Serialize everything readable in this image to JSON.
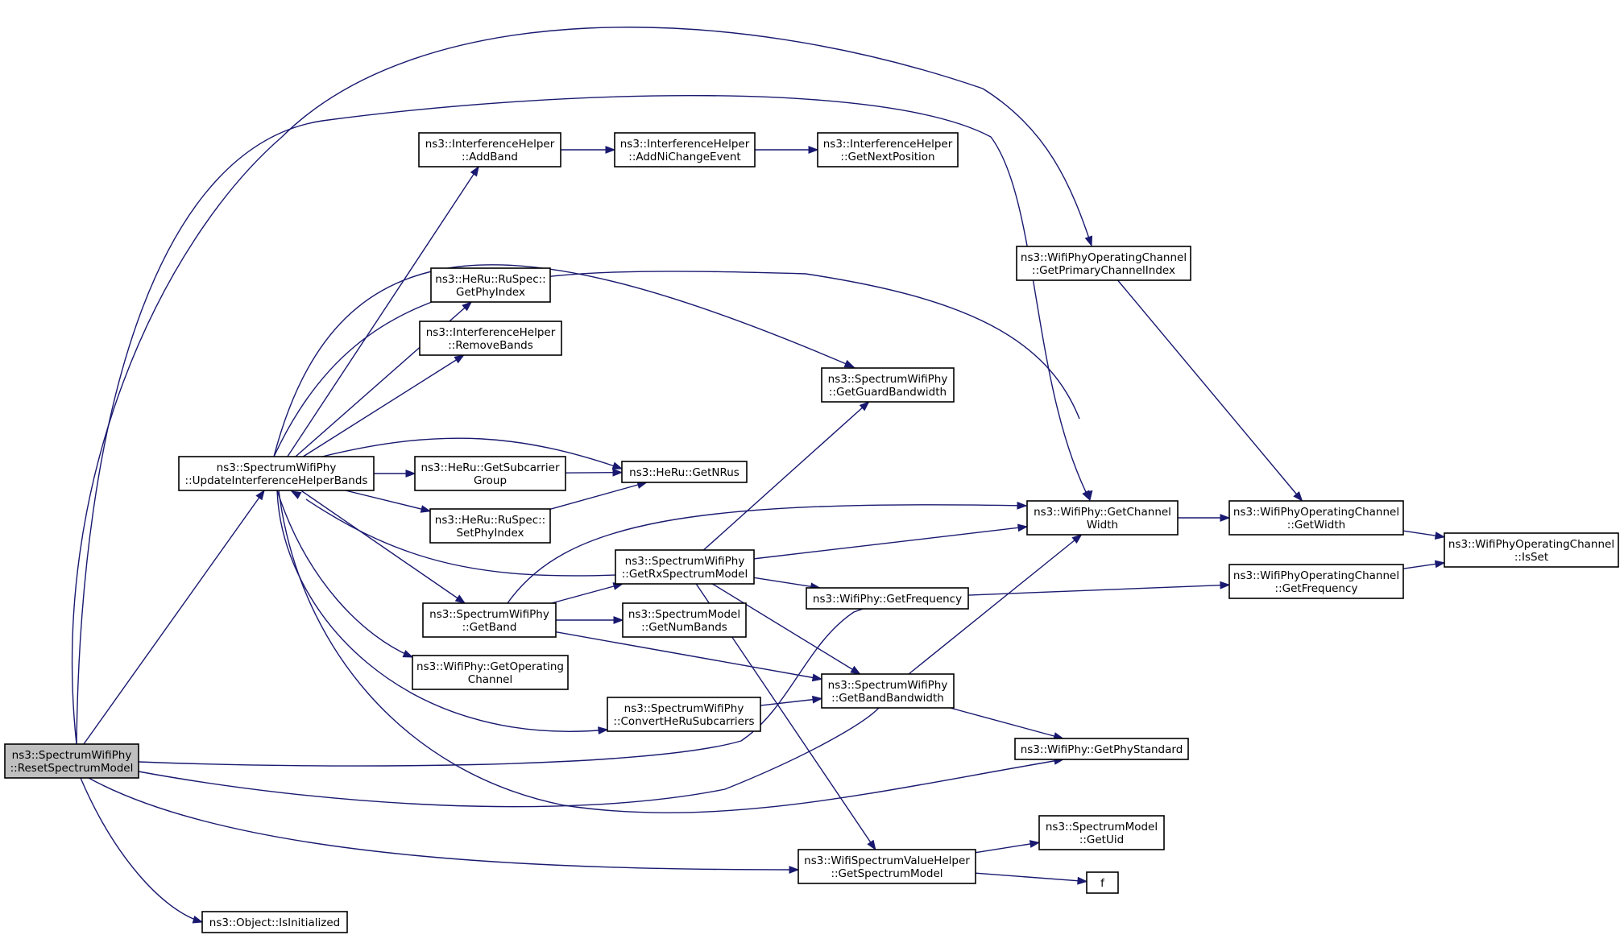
{
  "graph": {
    "title": "",
    "edge_color": "#191970",
    "root_fill": "#bfbfbf",
    "nodes": [
      {
        "id": "n0",
        "lines": [
          "ns3::SpectrumWifiPhy",
          "::ResetSpectrumModel"
        ],
        "root": true
      },
      {
        "id": "n1",
        "lines": [
          "ns3::SpectrumWifiPhy",
          "::UpdateInterferenceHelperBands"
        ]
      },
      {
        "id": "n2",
        "lines": [
          "ns3::Object::IsInitialized"
        ]
      },
      {
        "id": "n3",
        "lines": [
          "ns3::InterferenceHelper",
          "::AddBand"
        ]
      },
      {
        "id": "n4",
        "lines": [
          "ns3::HeRu::RuSpec::",
          "GetPhyIndex"
        ]
      },
      {
        "id": "n5",
        "lines": [
          "ns3::InterferenceHelper",
          "::RemoveBands"
        ]
      },
      {
        "id": "n6",
        "lines": [
          "ns3::HeRu::GetSubcarrier",
          "Group"
        ]
      },
      {
        "id": "n7",
        "lines": [
          "ns3::HeRu::RuSpec::",
          "SetPhyIndex"
        ]
      },
      {
        "id": "n8",
        "lines": [
          "ns3::SpectrumWifiPhy",
          "::GetBand"
        ]
      },
      {
        "id": "n9",
        "lines": [
          "ns3::WifiPhy::GetOperating",
          "Channel"
        ]
      },
      {
        "id": "n10",
        "lines": [
          "ns3::InterferenceHelper",
          "::AddNiChangeEvent"
        ]
      },
      {
        "id": "n11",
        "lines": [
          "ns3::SpectrumWifiPhy",
          "::GetRxSpectrumModel"
        ]
      },
      {
        "id": "n12",
        "lines": [
          "ns3::SpectrumModel",
          "::GetNumBands"
        ]
      },
      {
        "id": "n13",
        "lines": [
          "ns3::SpectrumWifiPhy",
          "::ConvertHeRuSubcarriers"
        ]
      },
      {
        "id": "n14",
        "lines": [
          "ns3::InterferenceHelper",
          "::GetNextPosition"
        ]
      },
      {
        "id": "n15",
        "lines": [
          "ns3::SpectrumWifiPhy",
          "::GetGuardBandwidth"
        ]
      },
      {
        "id": "n16",
        "lines": [
          "ns3::HeRu::GetNRus"
        ]
      },
      {
        "id": "n17",
        "lines": [
          "ns3::WifiPhy::GetFrequency"
        ]
      },
      {
        "id": "n18",
        "lines": [
          "ns3::SpectrumWifiPhy",
          "::GetBandBandwidth"
        ]
      },
      {
        "id": "n19",
        "lines": [
          "ns3::WifiSpectrumValueHelper",
          "::GetSpectrumModel"
        ]
      },
      {
        "id": "n20",
        "lines": [
          "ns3::WifiPhyOperatingChannel",
          "::GetPrimaryChannelIndex"
        ]
      },
      {
        "id": "n21",
        "lines": [
          "ns3::WifiPhy::GetChannel",
          "Width"
        ]
      },
      {
        "id": "n22",
        "lines": [
          "ns3::WifiPhy::GetPhyStandard"
        ]
      },
      {
        "id": "n23",
        "lines": [
          "ns3::SpectrumModel",
          "::GetUid"
        ]
      },
      {
        "id": "n24",
        "lines": [
          "f"
        ]
      },
      {
        "id": "n25",
        "lines": [
          "ns3::WifiPhyOperatingChannel",
          "::GetWidth"
        ]
      },
      {
        "id": "n26",
        "lines": [
          "ns3::WifiPhyOperatingChannel",
          "::GetFrequency"
        ]
      },
      {
        "id": "n27",
        "lines": [
          "ns3::WifiPhyOperatingChannel",
          "::IsSet"
        ]
      }
    ],
    "edges": [
      {
        "from": "n0",
        "to": "n1"
      },
      {
        "from": "n0",
        "to": "n2"
      },
      {
        "from": "n0",
        "to": "n20"
      },
      {
        "from": "n0",
        "to": "n21"
      },
      {
        "from": "n0",
        "to": "n17"
      },
      {
        "from": "n0",
        "to": "n18"
      },
      {
        "from": "n0",
        "to": "n19"
      },
      {
        "from": "n1",
        "to": "n3"
      },
      {
        "from": "n1",
        "to": "n4"
      },
      {
        "from": "n1",
        "to": "n5"
      },
      {
        "from": "n1",
        "to": "n6"
      },
      {
        "from": "n1",
        "to": "n7"
      },
      {
        "from": "n1",
        "to": "n8"
      },
      {
        "from": "n1",
        "to": "n9"
      },
      {
        "from": "n1",
        "to": "n13"
      },
      {
        "from": "n1",
        "to": "n15"
      },
      {
        "from": "n1",
        "to": "n16"
      },
      {
        "from": "n1",
        "to": "n21"
      },
      {
        "from": "n1",
        "to": "n22"
      },
      {
        "from": "n3",
        "to": "n10"
      },
      {
        "from": "n10",
        "to": "n14"
      },
      {
        "from": "n6",
        "to": "n16"
      },
      {
        "from": "n7",
        "to": "n16"
      },
      {
        "from": "n8",
        "to": "n11"
      },
      {
        "from": "n8",
        "to": "n12"
      },
      {
        "from": "n8",
        "to": "n18"
      },
      {
        "from": "n8",
        "to": "n21"
      },
      {
        "from": "n11",
        "to": "n1"
      },
      {
        "from": "n11",
        "to": "n15"
      },
      {
        "from": "n11",
        "to": "n21"
      },
      {
        "from": "n11",
        "to": "n17"
      },
      {
        "from": "n11",
        "to": "n18"
      },
      {
        "from": "n11",
        "to": "n19"
      },
      {
        "from": "n13",
        "to": "n18"
      },
      {
        "from": "n17",
        "to": "n26"
      },
      {
        "from": "n18",
        "to": "n21"
      },
      {
        "from": "n18",
        "to": "n22"
      },
      {
        "from": "n19",
        "to": "n23"
      },
      {
        "from": "n19",
        "to": "n24"
      },
      {
        "from": "n20",
        "to": "n25"
      },
      {
        "from": "n21",
        "to": "n25"
      },
      {
        "from": "n25",
        "to": "n27"
      },
      {
        "from": "n26",
        "to": "n27"
      }
    ]
  }
}
